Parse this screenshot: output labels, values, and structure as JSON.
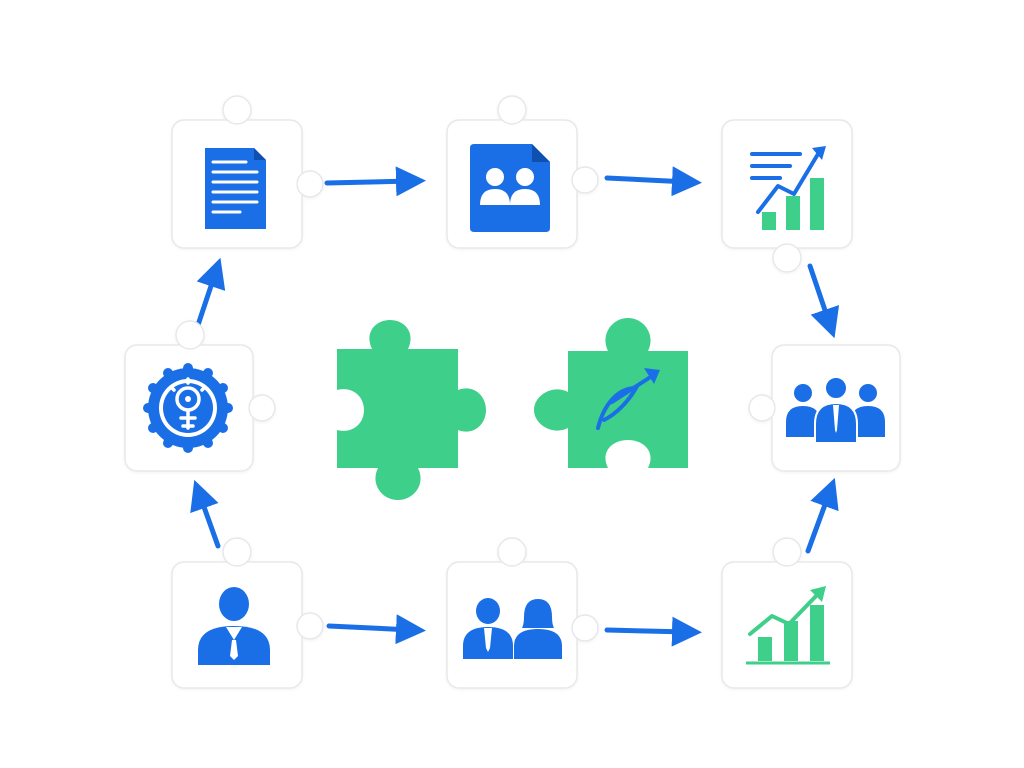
{
  "colors": {
    "background": "#ffffff",
    "primary_blue": "#1a6fe6",
    "accent_green": "#3ecf8a",
    "tile_fill": "#ffffff",
    "tile_outline": "#e6e8ec"
  },
  "diagram": {
    "nodes": [
      {
        "id": "document",
        "icon": "document-icon"
      },
      {
        "id": "user-profile",
        "icon": "user-profile-card-icon"
      },
      {
        "id": "growth-trend",
        "icon": "trend-bar-chart-icon"
      },
      {
        "id": "team",
        "icon": "team-group-icon"
      },
      {
        "id": "growth-chart",
        "icon": "growth-bar-chart-icon"
      },
      {
        "id": "pair",
        "icon": "two-people-icon"
      },
      {
        "id": "person",
        "icon": "businessman-icon"
      },
      {
        "id": "idea",
        "icon": "lightbulb-badge-icon"
      }
    ],
    "edges": [
      {
        "from": "document",
        "to": "user-profile"
      },
      {
        "from": "user-profile",
        "to": "growth-trend"
      },
      {
        "from": "growth-trend",
        "to": "team"
      },
      {
        "from": "growth-chart",
        "to": "team"
      },
      {
        "from": "pair",
        "to": "growth-chart"
      },
      {
        "from": "person",
        "to": "pair"
      },
      {
        "from": "person",
        "to": "idea"
      },
      {
        "from": "idea",
        "to": "document"
      }
    ],
    "center": [
      {
        "id": "puzzle-left",
        "icon": "puzzle-piece-icon"
      },
      {
        "id": "puzzle-right",
        "icon": "puzzle-piece-arrow-icon"
      }
    ]
  }
}
